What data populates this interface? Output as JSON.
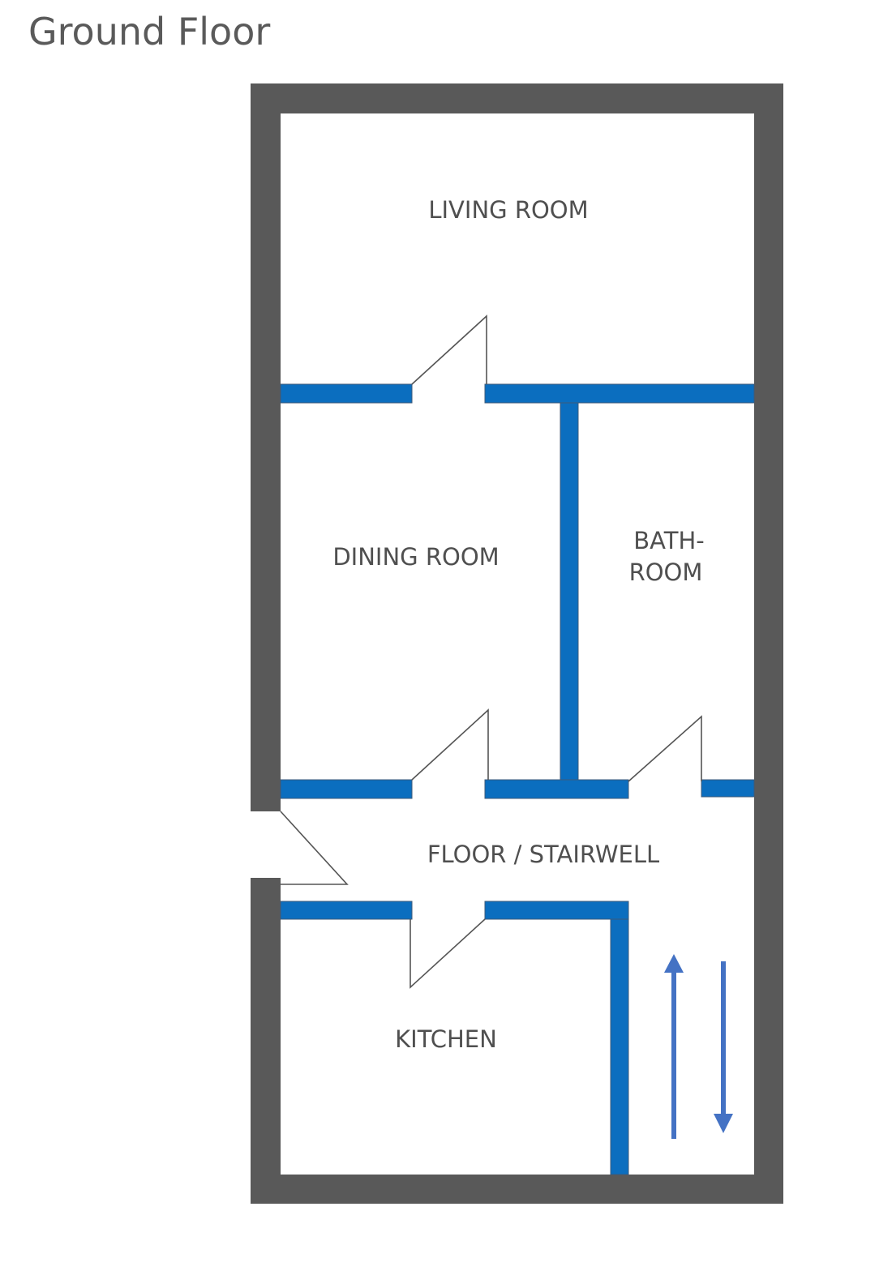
{
  "title": "Ground Floor",
  "rooms": {
    "living_room": "LIVING ROOM",
    "dining_room": "DINING ROOM",
    "bathroom_line1": "BATH-",
    "bathroom_line2": "ROOM",
    "floor_stairwell": "FLOOR / STAIRWELL",
    "kitchen": "KITCHEN"
  },
  "colors": {
    "outer_wall": "#595959",
    "inner_wall": "#0b6ebf",
    "stair_arrow": "#4472c4",
    "text": "#4f4f4f"
  },
  "icons": {
    "stair_up": "arrow-up-icon",
    "stair_down": "arrow-down-icon"
  }
}
